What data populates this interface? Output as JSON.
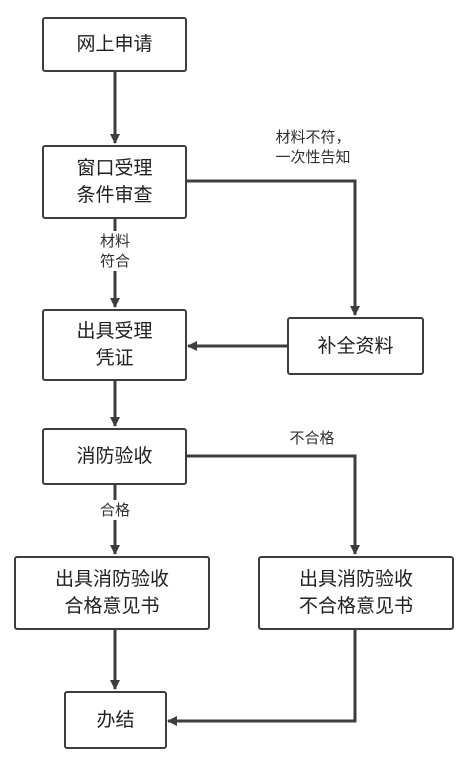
{
  "nodes": {
    "apply": "网上申请",
    "accept": "窗口受理\n条件审查",
    "certificate": "出具受理\n凭证",
    "supplement": "补全资料",
    "inspection": "消防验收",
    "pass_opinion": "出具消防验收\n合格意见书",
    "fail_opinion": "出具消防验收\n不合格意见书",
    "complete": "办结"
  },
  "edge_labels": {
    "materials_mismatch": "材料不符，\n一次性告知",
    "materials_ok": "材料\n符合",
    "failed": "不合格",
    "passed": "合格"
  },
  "colors": {
    "stroke": "#3d3d3d",
    "text": "#202020"
  }
}
